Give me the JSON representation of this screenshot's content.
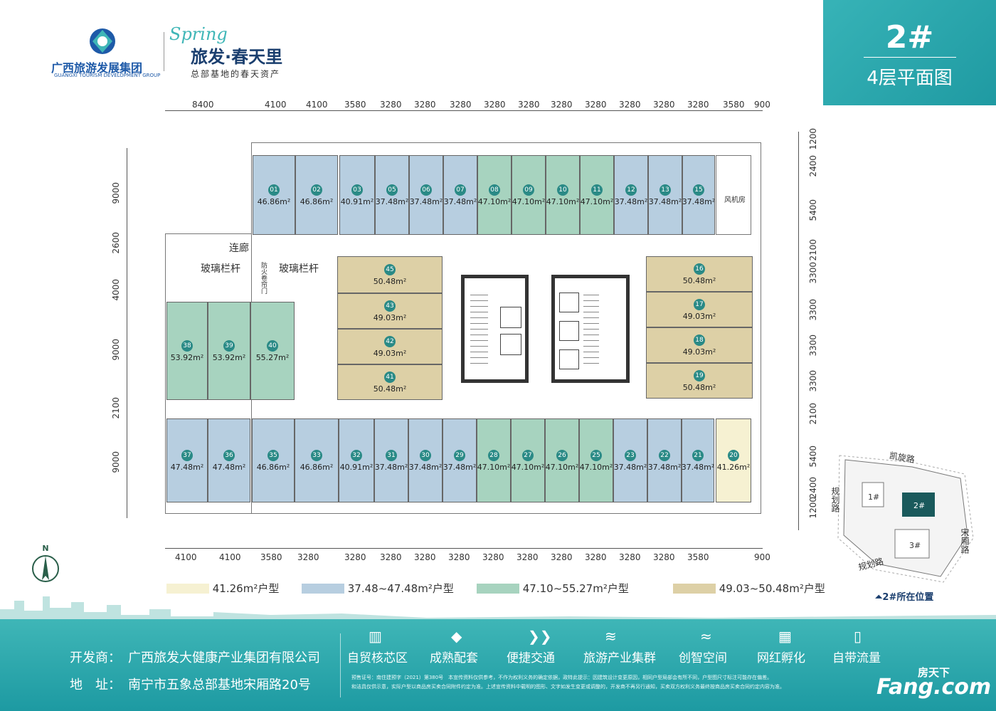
{
  "brand": {
    "company_cn": "广西旅游发展集团",
    "company_en": "GUANGXI TOURISM DEVELOPMENT GROUP",
    "project_script": "Spring",
    "project_name": "旅发·春天里",
    "slogan": "总部基地的春天资产"
  },
  "badge": {
    "number": "2#",
    "title": "4层平面图"
  },
  "dims": {
    "top": [
      "8400",
      "4100",
      "4100",
      "3580",
      "3280",
      "3280",
      "3280",
      "3280",
      "3280",
      "3280",
      "3280",
      "3280",
      "3280",
      "3280",
      "3580",
      "900"
    ],
    "bottom": [
      "4100",
      "4100",
      "3580",
      "3280",
      "3280",
      "3280",
      "3280",
      "3280",
      "3280",
      "3280",
      "3280",
      "3280",
      "3280",
      "3280",
      "3580",
      "900"
    ],
    "left": [
      "9000",
      "2600",
      "4000",
      "9000",
      "2100",
      "9000"
    ],
    "right": [
      "1200",
      "2400",
      "5400",
      "2100",
      "3300",
      "3300",
      "3300",
      "3300",
      "2100",
      "5400",
      "2400",
      "1200"
    ]
  },
  "labels": {
    "corridor": "连廊",
    "railing_left": "玻璃栏杆",
    "railing_right": "玻璃栏杆",
    "fire_door": "防火卷帘门",
    "fan_room": "风机房"
  },
  "units": [
    {
      "no": "01",
      "area": "46.86m²"
    },
    {
      "no": "02",
      "area": "46.86m²"
    },
    {
      "no": "03",
      "area": "40.91m²"
    },
    {
      "no": "05",
      "area": "37.48m²"
    },
    {
      "no": "06",
      "area": "37.48m²"
    },
    {
      "no": "07",
      "area": "37.48m²"
    },
    {
      "no": "08",
      "area": "47.10m²"
    },
    {
      "no": "09",
      "area": "47.10m²"
    },
    {
      "no": "10",
      "area": "47.10m²"
    },
    {
      "no": "11",
      "area": "47.10m²"
    },
    {
      "no": "12",
      "area": "37.48m²"
    },
    {
      "no": "13",
      "area": "37.48m²"
    },
    {
      "no": "15",
      "area": "37.48m²"
    },
    {
      "no": "16",
      "area": "50.48m²"
    },
    {
      "no": "17",
      "area": "49.03m²"
    },
    {
      "no": "18",
      "area": "49.03m²"
    },
    {
      "no": "19",
      "area": "50.48m²"
    },
    {
      "no": "20",
      "area": "41.26m²"
    },
    {
      "no": "21",
      "area": "37.48m²"
    },
    {
      "no": "22",
      "area": "37.48m²"
    },
    {
      "no": "23",
      "area": "37.48m²"
    },
    {
      "no": "25",
      "area": "47.10m²"
    },
    {
      "no": "26",
      "area": "47.10m²"
    },
    {
      "no": "27",
      "area": "47.10m²"
    },
    {
      "no": "28",
      "area": "47.10m²"
    },
    {
      "no": "29",
      "area": "37.48m²"
    },
    {
      "no": "30",
      "area": "37.48m²"
    },
    {
      "no": "31",
      "area": "37.48m²"
    },
    {
      "no": "32",
      "area": "40.91m²"
    },
    {
      "no": "33",
      "area": "46.86m²"
    },
    {
      "no": "35",
      "area": "46.86m²"
    },
    {
      "no": "36",
      "area": "47.48m²"
    },
    {
      "no": "37",
      "area": "47.48m²"
    },
    {
      "no": "38",
      "area": "53.92m²"
    },
    {
      "no": "39",
      "area": "53.92m²"
    },
    {
      "no": "40",
      "area": "55.27m²"
    },
    {
      "no": "41",
      "area": "50.48m²"
    },
    {
      "no": "42",
      "area": "49.03m²"
    },
    {
      "no": "43",
      "area": "49.03m²"
    },
    {
      "no": "45",
      "area": "50.48m²"
    }
  ],
  "legend": [
    {
      "text": "41.26m²户型",
      "color": "#f6f1d2"
    },
    {
      "text": "37.48~47.48m²户型",
      "color": "#b7cee0"
    },
    {
      "text": "47.10~55.27m²户型",
      "color": "#a7d3bf"
    },
    {
      "text": "49.03~50.48m²户型",
      "color": "#ddd0a6"
    }
  ],
  "sitemap": {
    "road_top": "凯旋路",
    "road_left": "规划路",
    "road_right": "宋厢路",
    "road_bottom": "规划路",
    "b1": "1#",
    "b2": "2#",
    "b3": "3#",
    "caption": "2#所在位置"
  },
  "north": "N",
  "footer": {
    "developer_label": "开发商：",
    "developer": "广西旅发大健康产业集团有限公司",
    "address_label": "地　址：",
    "address": "南宁市五象总部基地宋厢路20号",
    "features": [
      "自贸核芯区",
      "成熟配套",
      "便捷交通",
      "旅游产业集群",
      "创智空间",
      "网红孵化",
      "自带流量"
    ],
    "license": "预售证号：南住建预字（2021）第380号　本宣传资料仅供参考，不作为权利义务的确定依据，政特此提示：因建筑设计变更原因，相同户型局部会有所不同，户型图尺寸标注可能存在偏差。",
    "disclaimer": "和洁具仅供示意，实际户型以商品房买卖合同附件约定为准。上述宣传资料中载明的图形、文字如发生变更或调整的，开发商不再另行通知，买卖双方权利义务最终按商品房买卖合同约定内容为准。",
    "watermark_cn": "房天下",
    "watermark_en": "Fang.com"
  }
}
